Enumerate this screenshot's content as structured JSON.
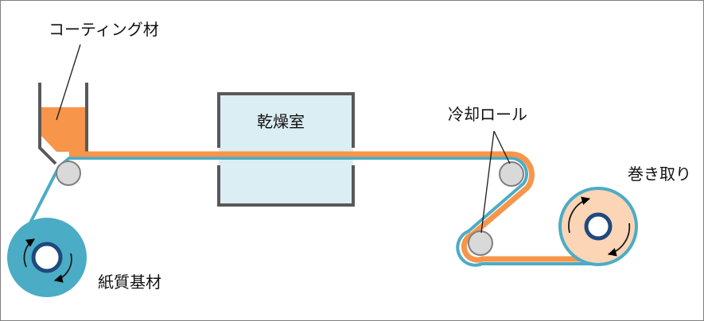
{
  "labels": {
    "coating_material": "コーティング材",
    "drying_room": "乾燥室",
    "cooling_roll": "冷却ロール",
    "take_up": "巻き取り",
    "paper_substrate": "紙質基材"
  },
  "colors": {
    "coating_orange": "#f7954a",
    "substrate_blue": "#4bacc6",
    "roll_blue_dark": "#1f497d",
    "drying_room_fill": "#dbeef4",
    "frame_gray": "#595959",
    "guide_roll_gray": "#d9d9d9",
    "take_up_fill": "#fbd5b5"
  }
}
